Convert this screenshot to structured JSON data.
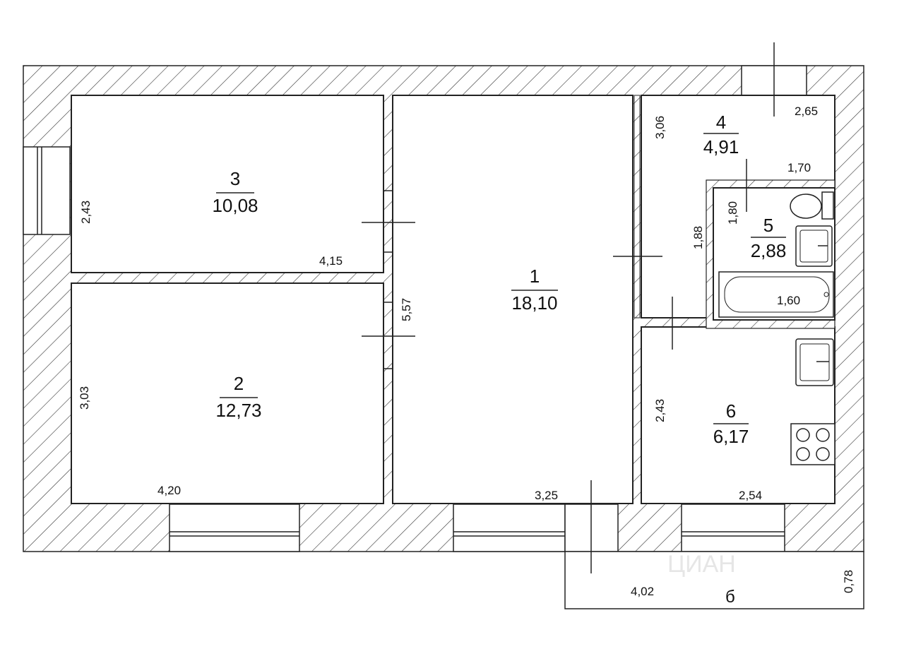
{
  "rooms": [
    {
      "number": "1",
      "area": "18,10"
    },
    {
      "number": "2",
      "area": "12,73"
    },
    {
      "number": "3",
      "area": "10,08"
    },
    {
      "number": "4",
      "area": "4,91"
    },
    {
      "number": "5",
      "area": "2,88"
    },
    {
      "number": "6",
      "area": "6,17"
    }
  ],
  "dimensions": {
    "r3_height": "2,43",
    "r3_width": "4,15",
    "r2_height": "3,03",
    "r2_width": "4,20",
    "r1_height": "5,57",
    "r1_width": "3,25",
    "r4_height": "3,06",
    "r4_width_top": "2,65",
    "r4_width_mid": "1,70",
    "r4_side": "1,88",
    "r5_height": "1,80",
    "r5_bath": "1,60",
    "r6_height": "2,43",
    "r6_width": "2,54",
    "balcony_width": "4,02",
    "balcony_depth": "0,78"
  },
  "balcony_label": "б",
  "watermark": "ЦИАН"
}
